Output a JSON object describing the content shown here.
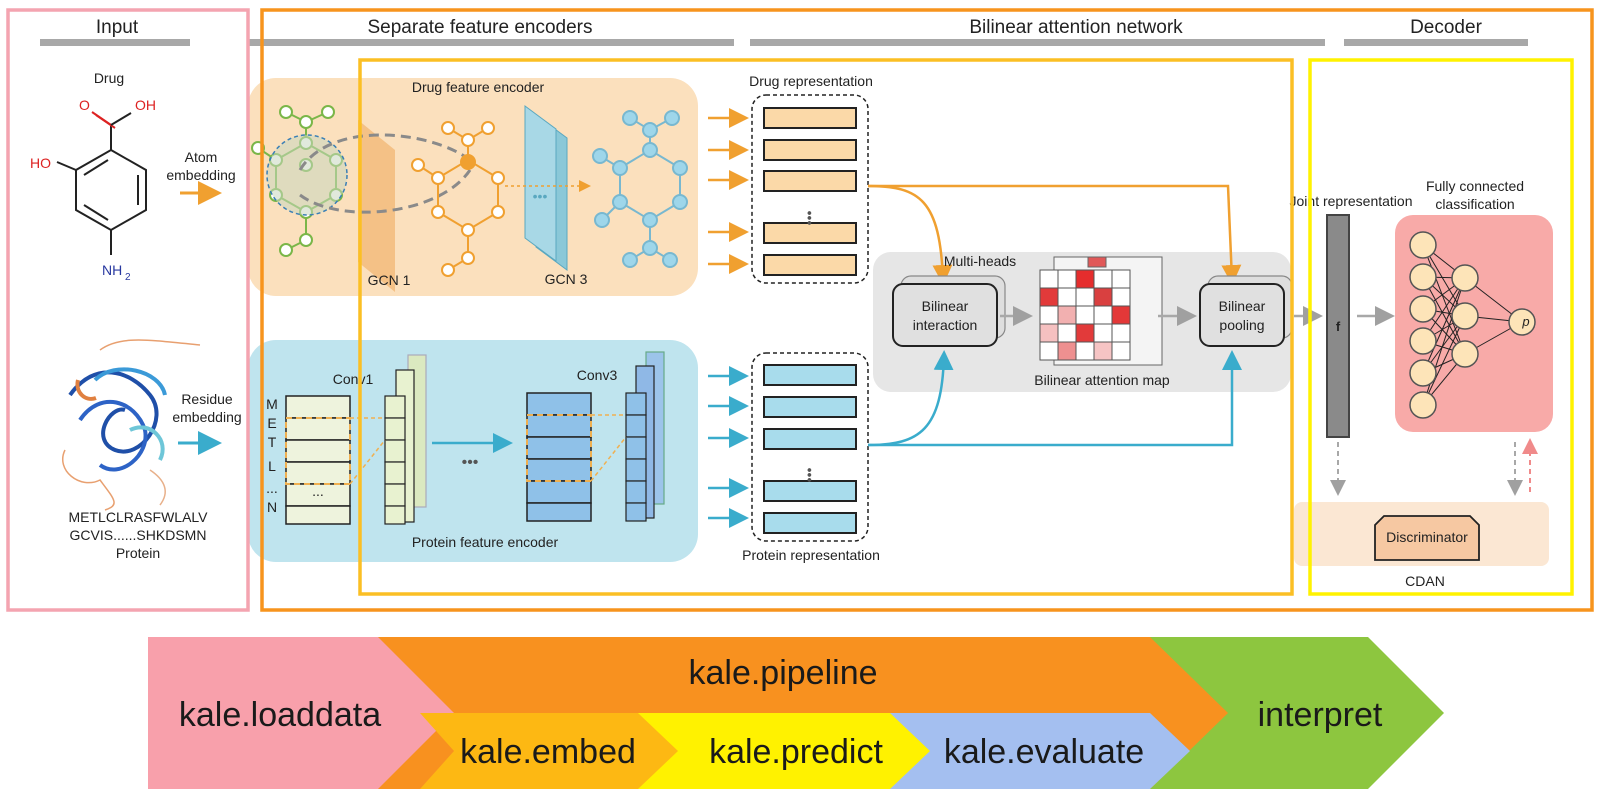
{
  "headers": {
    "input": "Input",
    "encoders": "Separate feature encoders",
    "ban": "Bilinear attention network",
    "decoder": "Decoder"
  },
  "input": {
    "drug_label": "Drug",
    "cooh_o": "O",
    "cooh_oh": "OH",
    "ho": "HO",
    "nh2": "NH",
    "nh2_sub": "2",
    "atom_embedding_line1": "Atom",
    "atom_embedding_line2": "embedding",
    "residue_embedding_line1": "Residue",
    "residue_embedding_line2": "embedding",
    "seq_line1": "METLCLRASFWLALV",
    "seq_line2": "GCVIS......SHKDSMN",
    "protein_label": "Protein"
  },
  "drug_encoder": {
    "title": "Drug feature encoder",
    "gcn1": "GCN 1",
    "gcn3": "GCN 3"
  },
  "protein_encoder": {
    "title": "Protein feature encoder",
    "conv1": "Conv1",
    "conv3": "Conv3",
    "letters": [
      "M",
      "E",
      "T",
      "L",
      "...",
      "N"
    ],
    "dots": "..."
  },
  "representations": {
    "drug": "Drug representation",
    "protein": "Protein representation"
  },
  "ban": {
    "multi_heads": "Multi-heads",
    "bilinear_interaction_line1": "Bilinear",
    "bilinear_interaction_line2": "interaction",
    "attention_map": "Bilinear attention map",
    "bilinear_pooling_line1": "Bilinear",
    "bilinear_pooling_line2": "pooling"
  },
  "decoder": {
    "joint_representation": "Joint representation",
    "f_label": "f",
    "fc_line1": "Fully connected",
    "fc_line2": "classification",
    "p_label": "p",
    "discriminator": "Discriminator",
    "cdan": "CDAN"
  },
  "pipeline": {
    "loaddata": "kale.loaddata",
    "pipeline": "kale.pipeline",
    "embed": "kale.embed",
    "predict": "kale.predict",
    "evaluate": "kale.evaluate",
    "interpret": "interpret"
  },
  "colors": {
    "input_border": "#f4a4b0",
    "encoders_border": "#f7941d",
    "ban_border": "#fbbf24",
    "decoder_border": "#fff200",
    "drug_bg": "#fbe0bd",
    "protein_bg": "#bfe4ee",
    "loaddata": "#f8a0ab",
    "pipeline": "#f8911f",
    "embed": "#fdb813",
    "predict": "#fff200",
    "evaluate": "#a4bff0",
    "interpret": "#8dc63f"
  }
}
